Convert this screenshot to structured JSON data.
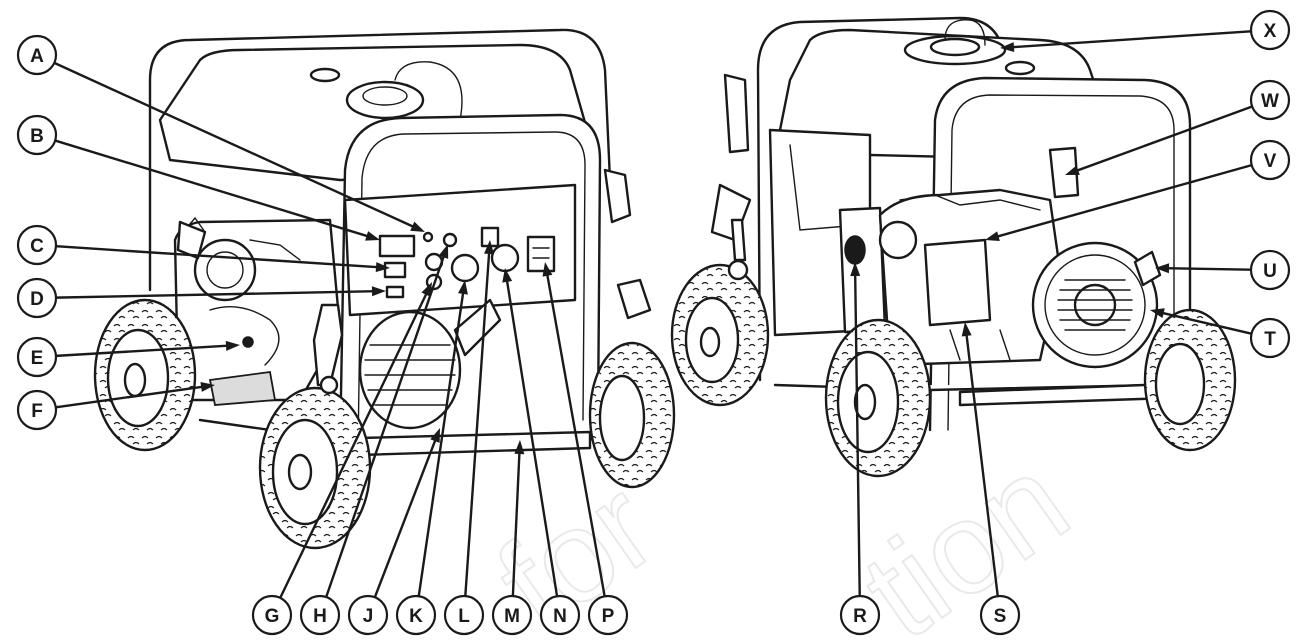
{
  "watermark": {
    "left": "for",
    "right": "tion"
  },
  "callouts": [
    {
      "id": "A",
      "label": "A"
    },
    {
      "id": "B",
      "label": "B"
    },
    {
      "id": "C",
      "label": "C"
    },
    {
      "id": "D",
      "label": "D"
    },
    {
      "id": "E",
      "label": "E"
    },
    {
      "id": "F",
      "label": "F"
    },
    {
      "id": "G",
      "label": "G"
    },
    {
      "id": "H",
      "label": "H"
    },
    {
      "id": "J",
      "label": "J"
    },
    {
      "id": "K",
      "label": "K"
    },
    {
      "id": "L",
      "label": "L"
    },
    {
      "id": "M",
      "label": "M"
    },
    {
      "id": "N",
      "label": "N"
    },
    {
      "id": "P",
      "label": "P"
    },
    {
      "id": "R",
      "label": "R"
    },
    {
      "id": "S",
      "label": "S"
    },
    {
      "id": "T",
      "label": "T"
    },
    {
      "id": "U",
      "label": "U"
    },
    {
      "id": "V",
      "label": "V"
    },
    {
      "id": "W",
      "label": "W"
    },
    {
      "id": "X",
      "label": "X"
    }
  ]
}
